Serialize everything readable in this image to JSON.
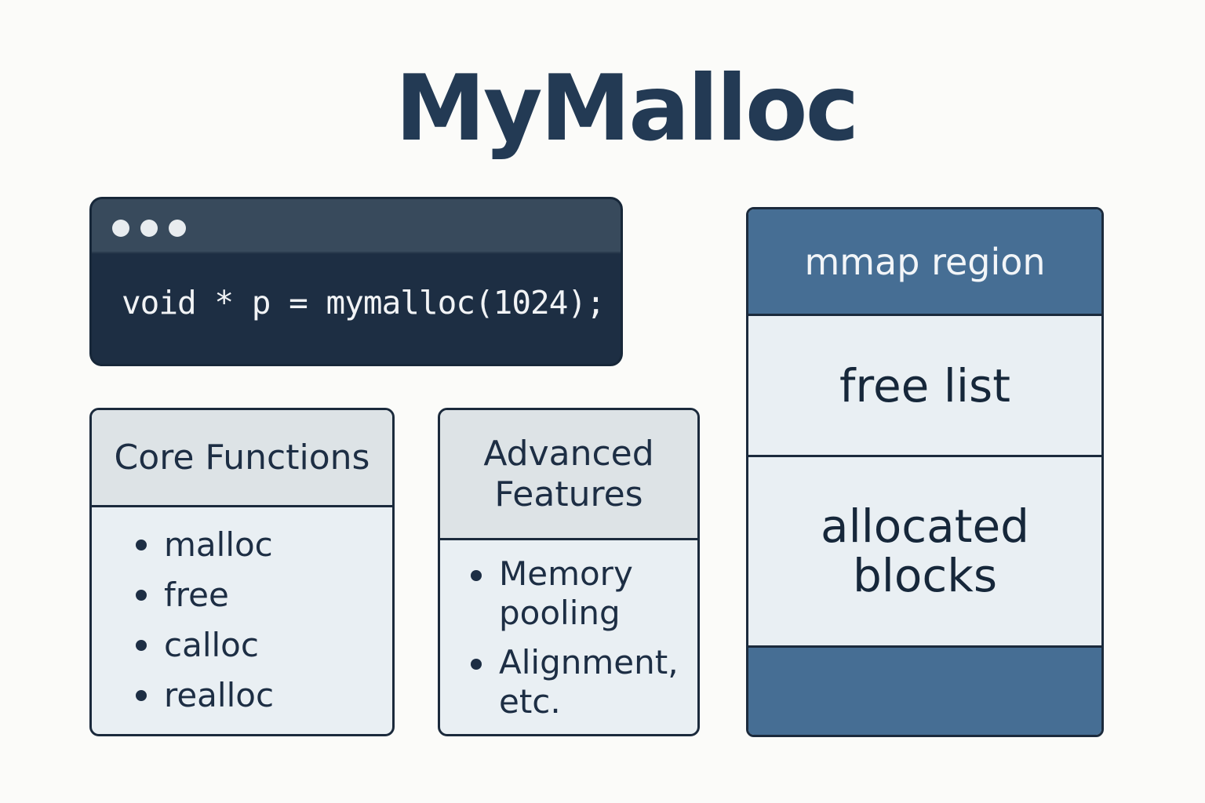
{
  "title": "MyMalloc",
  "terminal": {
    "code": "void * p = mymalloc(1024);"
  },
  "core_functions": {
    "heading": "Core Functions",
    "items": [
      "malloc",
      "free",
      "calloc",
      "realloc"
    ]
  },
  "advanced_features": {
    "heading_line1": "Advanced",
    "heading_line2": "Features",
    "items": [
      {
        "line1": "Memory",
        "line2": "pooling"
      },
      {
        "line1": "Alignment,",
        "line2": "etc."
      }
    ]
  },
  "memory_layout": {
    "header": "mmap region",
    "free_list": "free list",
    "allocated_line1": "allocated",
    "allocated_line2": "blocks"
  },
  "colors": {
    "background": "#fbfbf9",
    "navy": "#1d2e43",
    "steel_blue": "#466e94",
    "panel_light": "#e9eff3"
  }
}
